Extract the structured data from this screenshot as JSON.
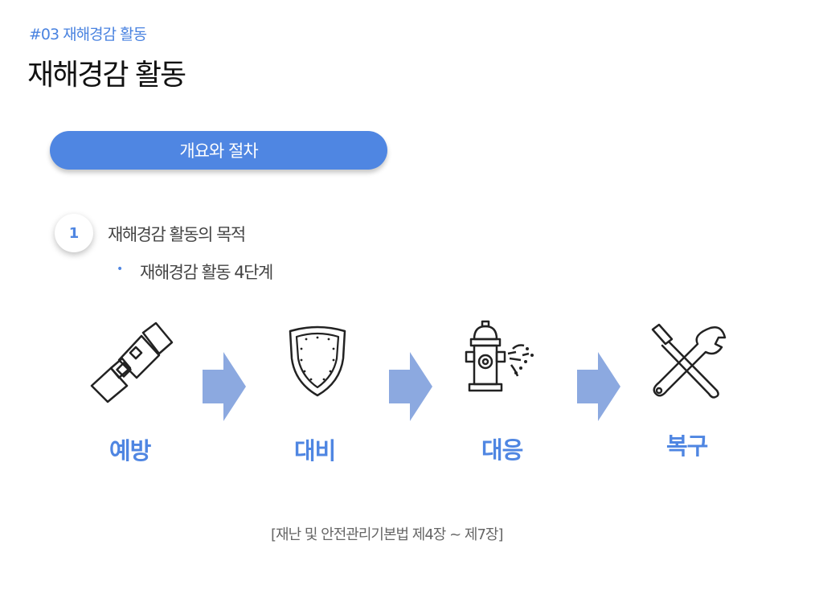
{
  "header": {
    "breadcrumb": "#03 재해경감 활동",
    "title": "재해경감 활동"
  },
  "section": {
    "pill_label": "개요와 절차"
  },
  "item": {
    "number": "1",
    "label": "재해경감 활동의 목적",
    "bullet": "•",
    "sub_label": "재해경감 활동 4단계"
  },
  "stages": [
    {
      "label": "예방",
      "icon": "seatbelt-icon"
    },
    {
      "label": "대비",
      "icon": "shield-icon"
    },
    {
      "label": "대응",
      "icon": "fire-hydrant-icon"
    },
    {
      "label": "복구",
      "icon": "tools-icon"
    }
  ],
  "colors": {
    "accent": "#4f86e2",
    "arrow": "#8ca9e0",
    "icon_stroke": "#222222"
  },
  "source": "[재난 및 안전관리기본법 제4장 ~ 제7장]"
}
